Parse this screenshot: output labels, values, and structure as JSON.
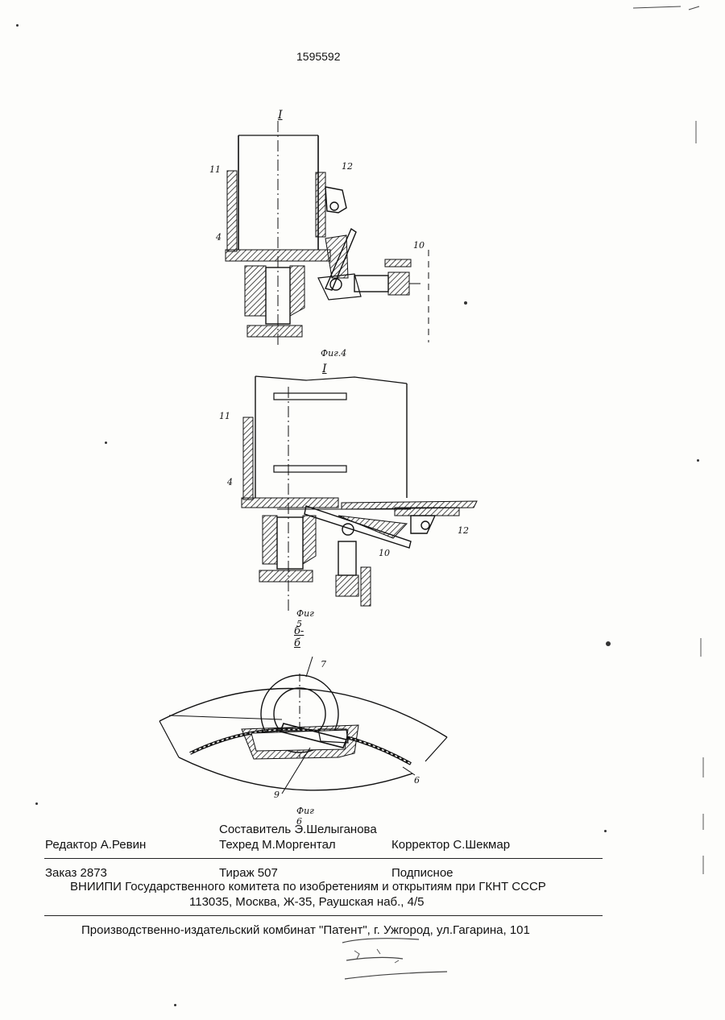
{
  "header": {
    "patent_number": "1595592"
  },
  "figures": {
    "fig4": {
      "section_mark": "I",
      "caption": "Фиг.4",
      "callouts": [
        "11",
        "12",
        "4",
        "10"
      ]
    },
    "fig5": {
      "section_mark": "I",
      "caption": "Фиг 5",
      "callouts": [
        "11",
        "4",
        "10",
        "12"
      ]
    },
    "fig6": {
      "section_mark": "б-б",
      "caption": "Фиг 6",
      "callouts": [
        "7",
        "9",
        "6"
      ]
    }
  },
  "imprint": {
    "compiler": "Составитель Э.Шелыганова",
    "editor": "Редактор  А.Ревин",
    "tech_editor": "Техред М.Моргентал",
    "corrector": "Корректор  С.Шекмар",
    "order": "Заказ  2873",
    "print_run": "Тираж 507",
    "subscription": "Подписное",
    "organization": "ВНИИПИ Государственного комитета по изобретениям и открытиям при ГКНТ СССР",
    "address": "113035, Москва, Ж-35, Раушская наб., 4/5",
    "publisher": "Производственно-издательский комбинат \"Патент\", г. Ужгород, ул.Гагарина, 101"
  }
}
